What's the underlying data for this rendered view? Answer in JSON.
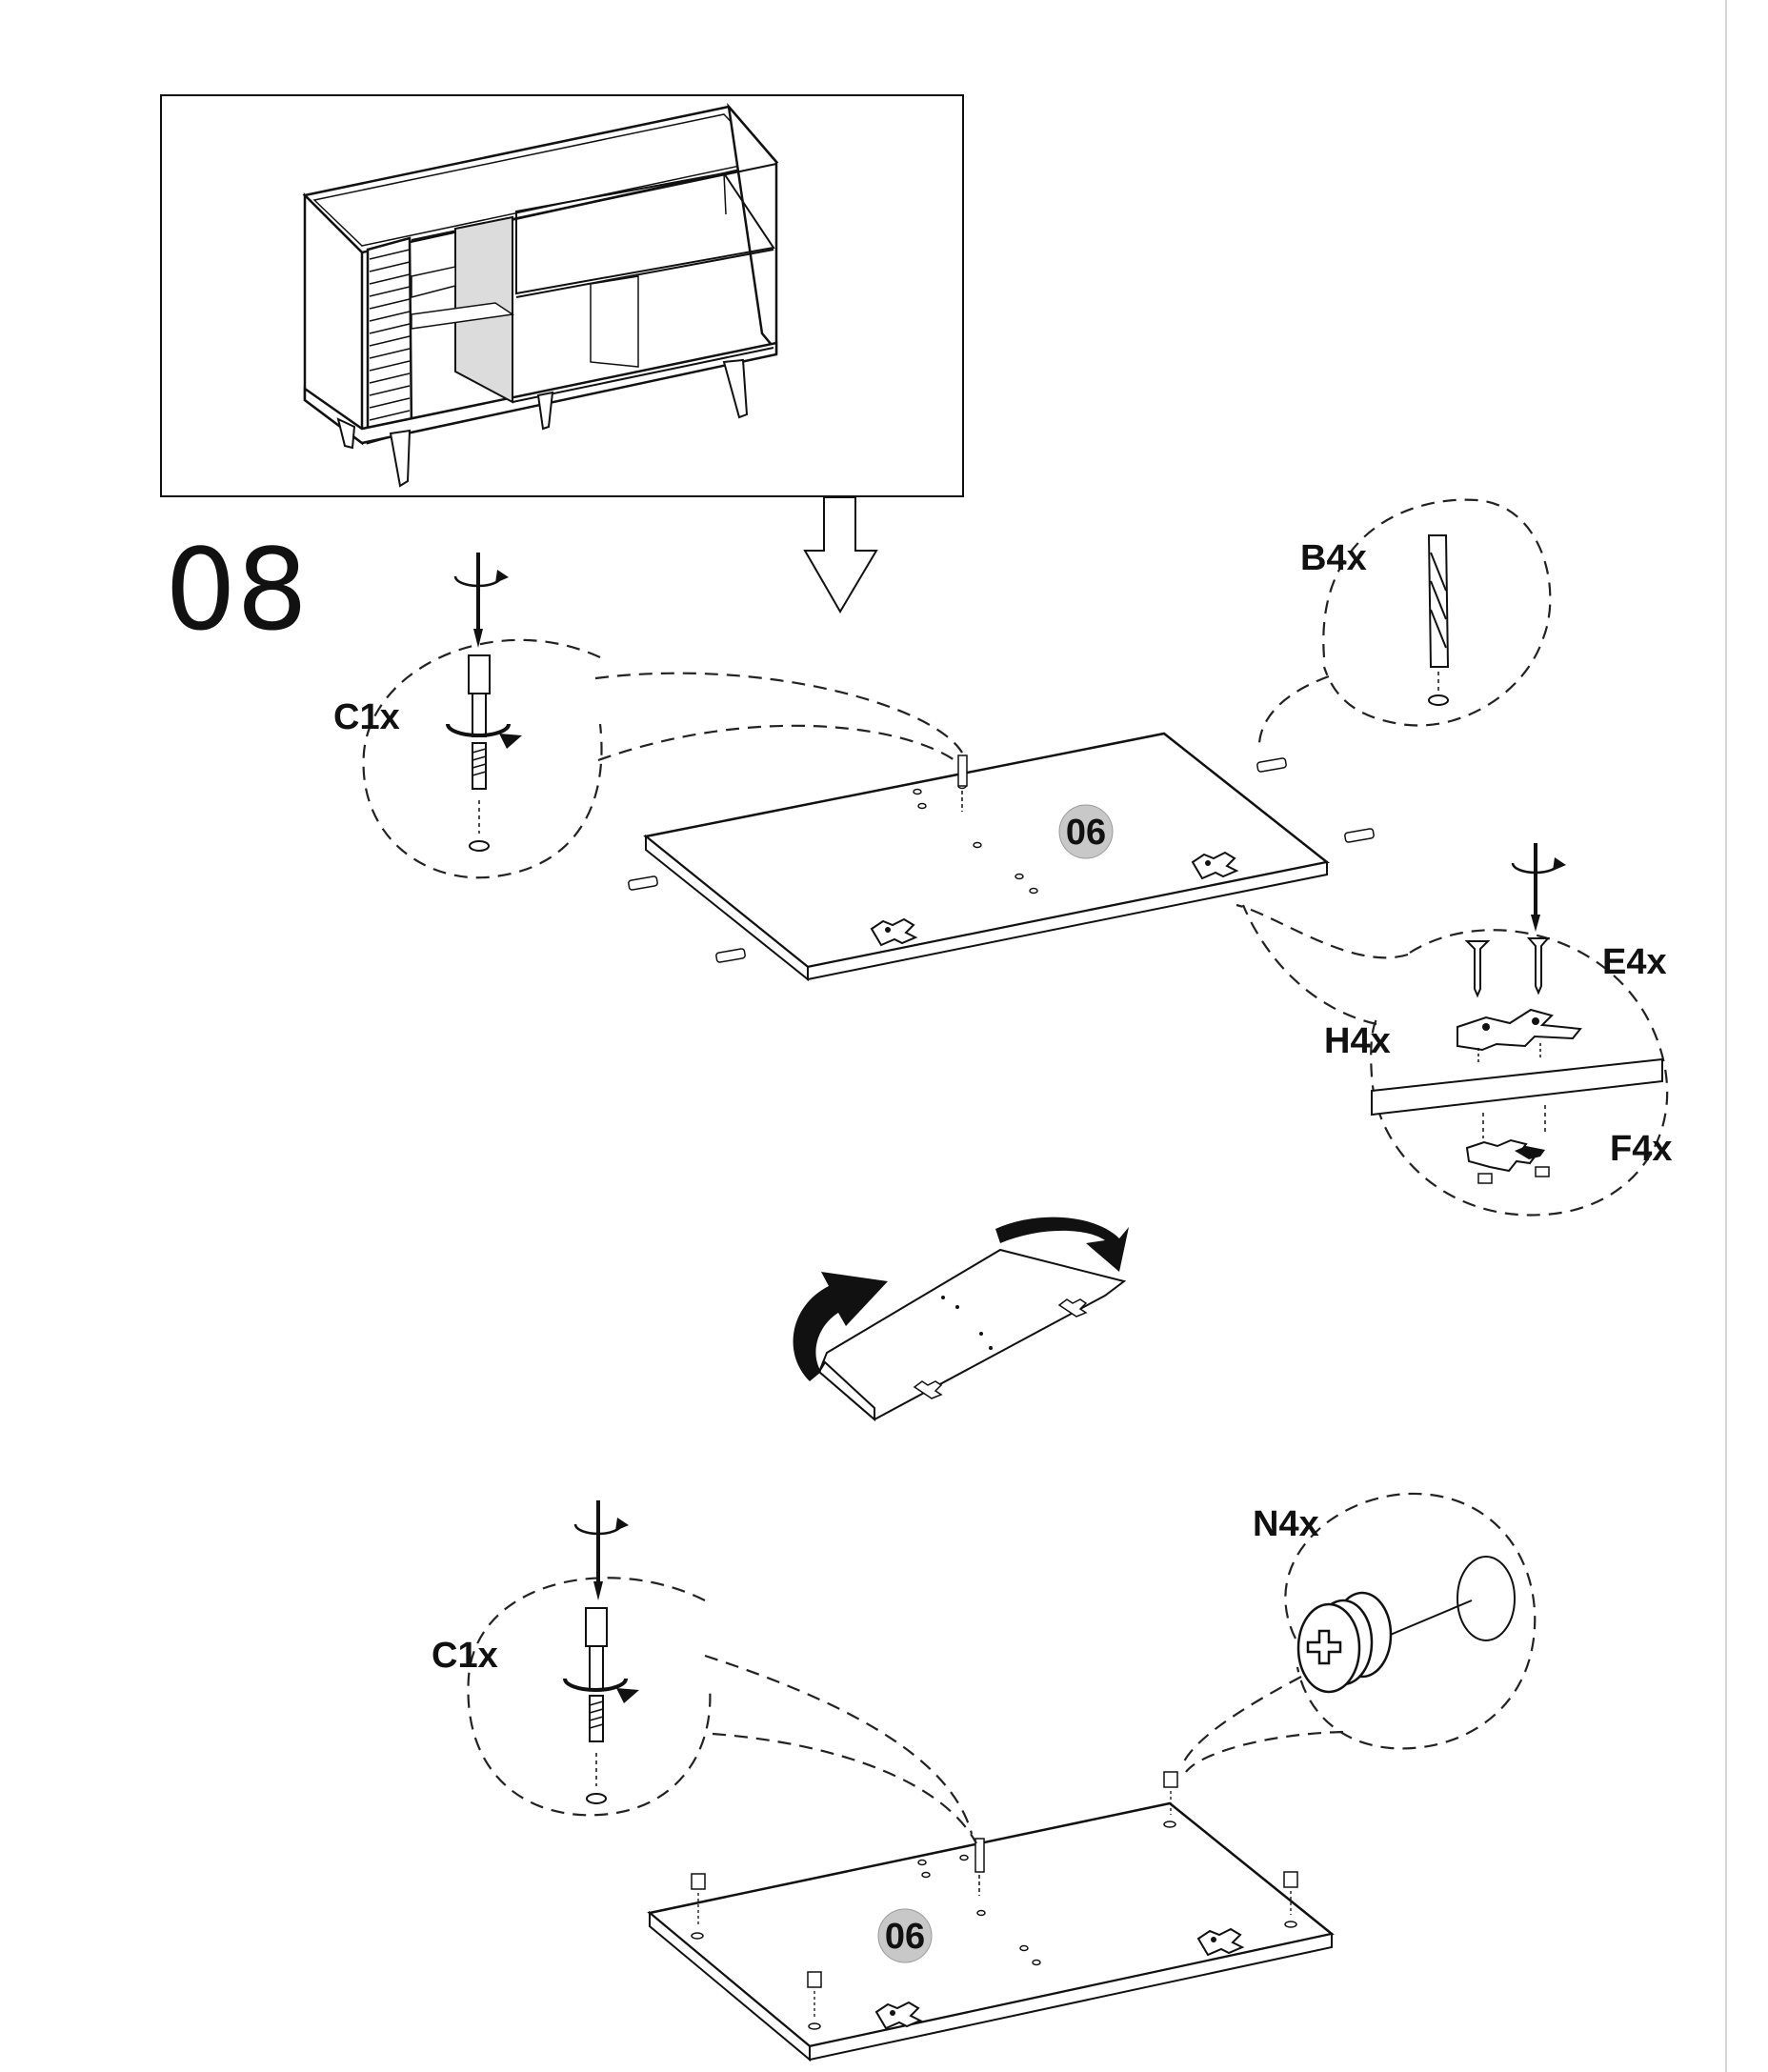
{
  "step": {
    "number": "08"
  },
  "labels": {
    "top_cam": "C1x",
    "dowel": "B4x",
    "screws": "E4x",
    "hinge_plate": "H4x",
    "hinge_base": "F4x",
    "bottom_cam": "C1x",
    "glide": "N4x"
  },
  "panel_badges": {
    "top_panel": "06",
    "bottom_panel": "06"
  },
  "colors": {
    "line": "#111111",
    "badge_fill": "#c8c8c8",
    "panel_highlight": "#dcdcdc"
  },
  "icons": [
    "sideboard-overview",
    "down-arrow-icon",
    "screwdriver-icon",
    "rotate-arrow-icon",
    "flip-panel-icon",
    "cam-lock-bolt-icon",
    "dowel-icon",
    "hinge-plate-icon",
    "glide-icon"
  ]
}
